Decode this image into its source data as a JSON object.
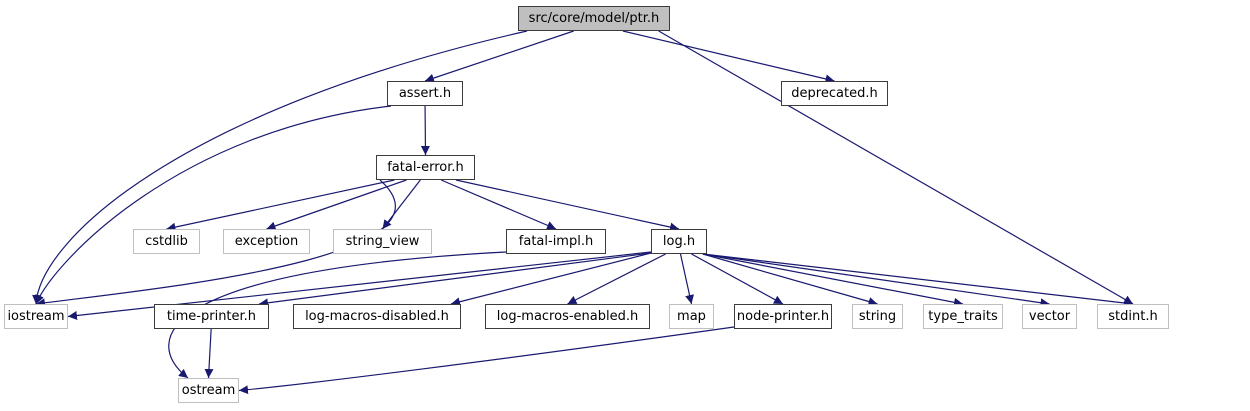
{
  "diagram": {
    "type": "include-dependency-graph",
    "colors": {
      "edge": "#191970",
      "local_border": "#3c3c3c",
      "system_border": "#bfbfbf",
      "root_fill": "#bfbfbf"
    },
    "nodes": [
      {
        "id": "ptr",
        "label": "src/core/model/ptr.h",
        "kind": "root"
      },
      {
        "id": "assert",
        "label": "assert.h",
        "kind": "local"
      },
      {
        "id": "deprecated",
        "label": "deprecated.h",
        "kind": "local"
      },
      {
        "id": "fatal_error",
        "label": "fatal-error.h",
        "kind": "local"
      },
      {
        "id": "cstdlib",
        "label": "cstdlib",
        "kind": "system"
      },
      {
        "id": "exception",
        "label": "exception",
        "kind": "system"
      },
      {
        "id": "string_view",
        "label": "string_view",
        "kind": "system"
      },
      {
        "id": "fatal_impl",
        "label": "fatal-impl.h",
        "kind": "local"
      },
      {
        "id": "log",
        "label": "log.h",
        "kind": "local"
      },
      {
        "id": "iostream",
        "label": "iostream",
        "kind": "system"
      },
      {
        "id": "time_printer",
        "label": "time-printer.h",
        "kind": "local"
      },
      {
        "id": "log_macros_disabled",
        "label": "log-macros-disabled.h",
        "kind": "local"
      },
      {
        "id": "log_macros_enabled",
        "label": "log-macros-enabled.h",
        "kind": "local"
      },
      {
        "id": "map",
        "label": "map",
        "kind": "system"
      },
      {
        "id": "node_printer",
        "label": "node-printer.h",
        "kind": "local"
      },
      {
        "id": "string",
        "label": "string",
        "kind": "system"
      },
      {
        "id": "type_traits",
        "label": "type_traits",
        "kind": "system"
      },
      {
        "id": "vector",
        "label": "vector",
        "kind": "system"
      },
      {
        "id": "stdint",
        "label": "stdint.h",
        "kind": "system"
      },
      {
        "id": "ostream",
        "label": "ostream",
        "kind": "system"
      }
    ],
    "edges": [
      {
        "from": "ptr",
        "to": "iostream"
      },
      {
        "from": "ptr",
        "to": "assert"
      },
      {
        "from": "ptr",
        "to": "deprecated"
      },
      {
        "from": "ptr",
        "to": "stdint"
      },
      {
        "from": "assert",
        "to": "iostream"
      },
      {
        "from": "assert",
        "to": "fatal_error"
      },
      {
        "from": "fatal_error",
        "to": "cstdlib"
      },
      {
        "from": "fatal_error",
        "to": "exception"
      },
      {
        "from": "fatal_error",
        "to": "string_view"
      },
      {
        "from": "fatal_error",
        "to": "fatal_impl"
      },
      {
        "from": "fatal_error",
        "to": "log"
      },
      {
        "from": "fatal_error",
        "to": "iostream"
      },
      {
        "from": "fatal_impl",
        "to": "ostream"
      },
      {
        "from": "log",
        "to": "iostream"
      },
      {
        "from": "log",
        "to": "time_printer"
      },
      {
        "from": "log",
        "to": "log_macros_disabled"
      },
      {
        "from": "log",
        "to": "log_macros_enabled"
      },
      {
        "from": "log",
        "to": "map"
      },
      {
        "from": "log",
        "to": "node_printer"
      },
      {
        "from": "log",
        "to": "string"
      },
      {
        "from": "log",
        "to": "type_traits"
      },
      {
        "from": "log",
        "to": "vector"
      },
      {
        "from": "log",
        "to": "stdint"
      },
      {
        "from": "time_printer",
        "to": "ostream"
      },
      {
        "from": "node_printer",
        "to": "ostream"
      }
    ]
  }
}
